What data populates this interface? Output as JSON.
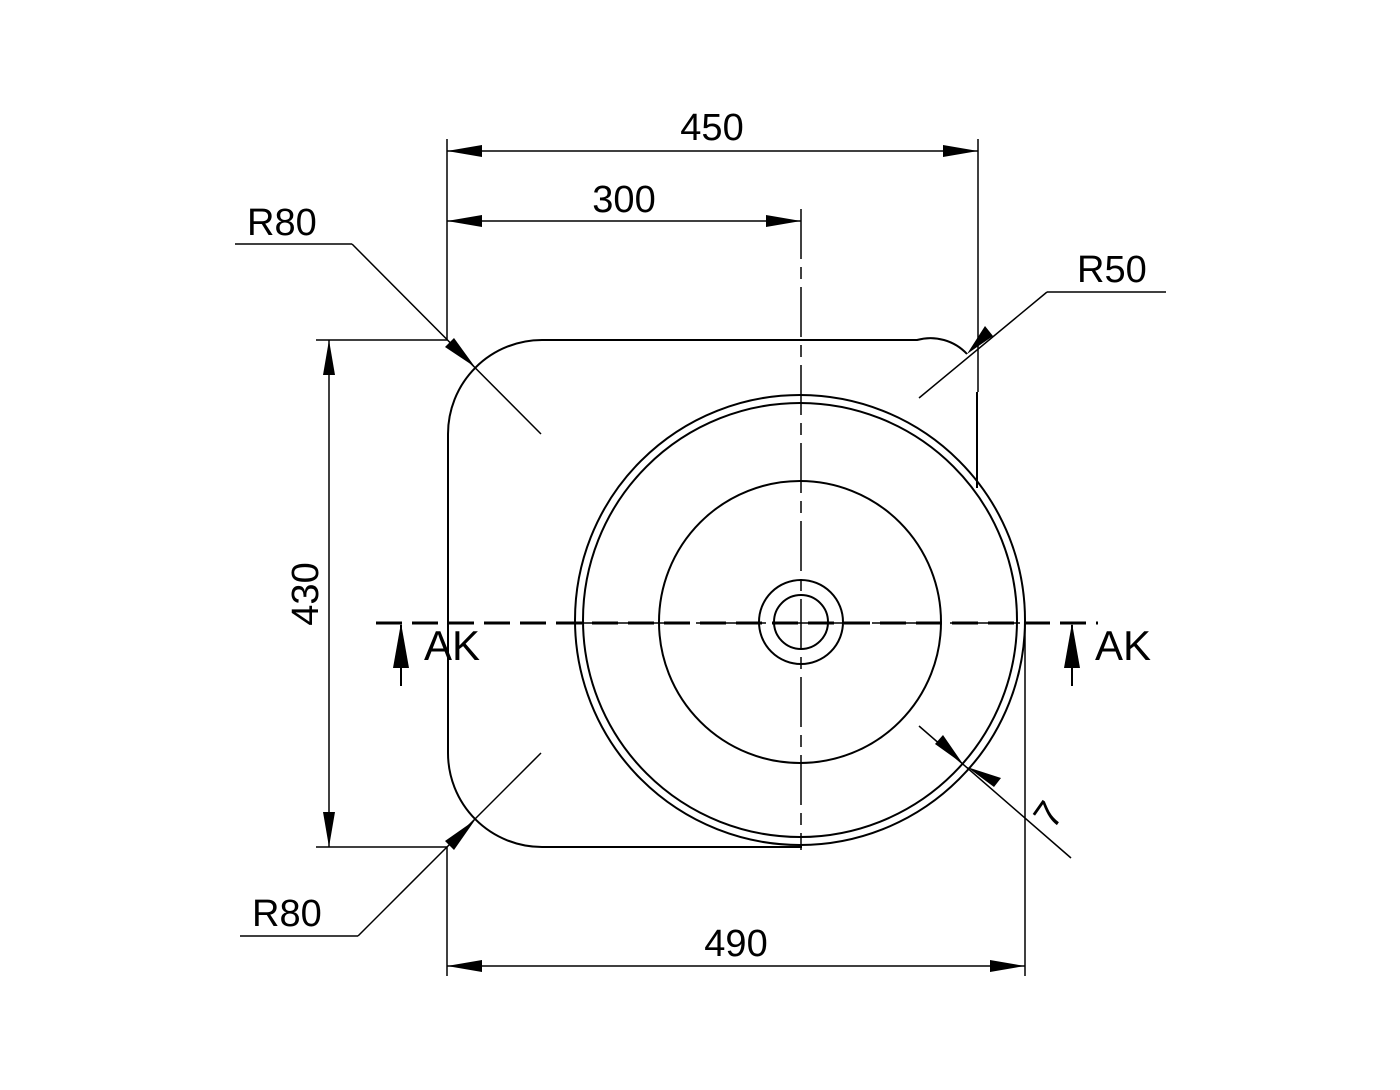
{
  "dimensions": {
    "top_width": "450",
    "inner_width": "300",
    "height": "430",
    "bottom_width": "490",
    "radius_top_left": "R80",
    "radius_top_right": "R50",
    "radius_bottom_left": "R80",
    "rim_thickness": "7"
  },
  "section": {
    "left_label": "AK",
    "right_label": "AK"
  }
}
